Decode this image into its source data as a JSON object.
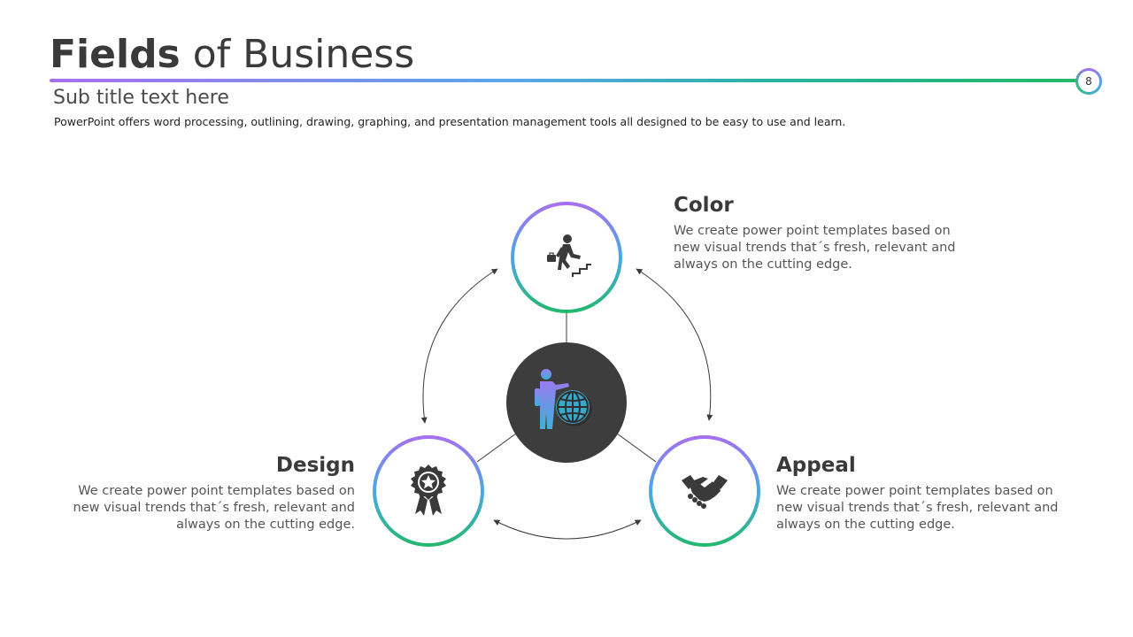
{
  "header": {
    "title_bold": "Fields",
    "title_rest": " of Business",
    "subtitle": "Sub title text here",
    "description": "PowerPoint offers word processing, outlining, drawing, graphing, and presentation management tools all designed to be easy to use and learn.",
    "page_number": "8"
  },
  "nodes": [
    {
      "title": "Color",
      "text": "We create power point templates based on new visual trends that´s fresh, relevant and always on the cutting  edge.",
      "icon": "businessman-climbing-stairs-icon"
    },
    {
      "title": "Design",
      "text": "We create power point templates based on new visual trends that´s fresh, relevant and always on the cutting  edge.",
      "icon": "award-badge-icon"
    },
    {
      "title": "Appeal",
      "text": "We create power point templates based on new visual trends that´s fresh, relevant and always on the cutting  edge.",
      "icon": "handshake-icon"
    }
  ],
  "center": {
    "icon": "presenter-globe-icon"
  },
  "colors": {
    "gradient_start": "#a96ef0",
    "gradient_mid": "#4aa8e8",
    "gradient_end": "#22b86a",
    "center_fill": "#3d3d3d",
    "text_dark": "#3a3a3a"
  }
}
